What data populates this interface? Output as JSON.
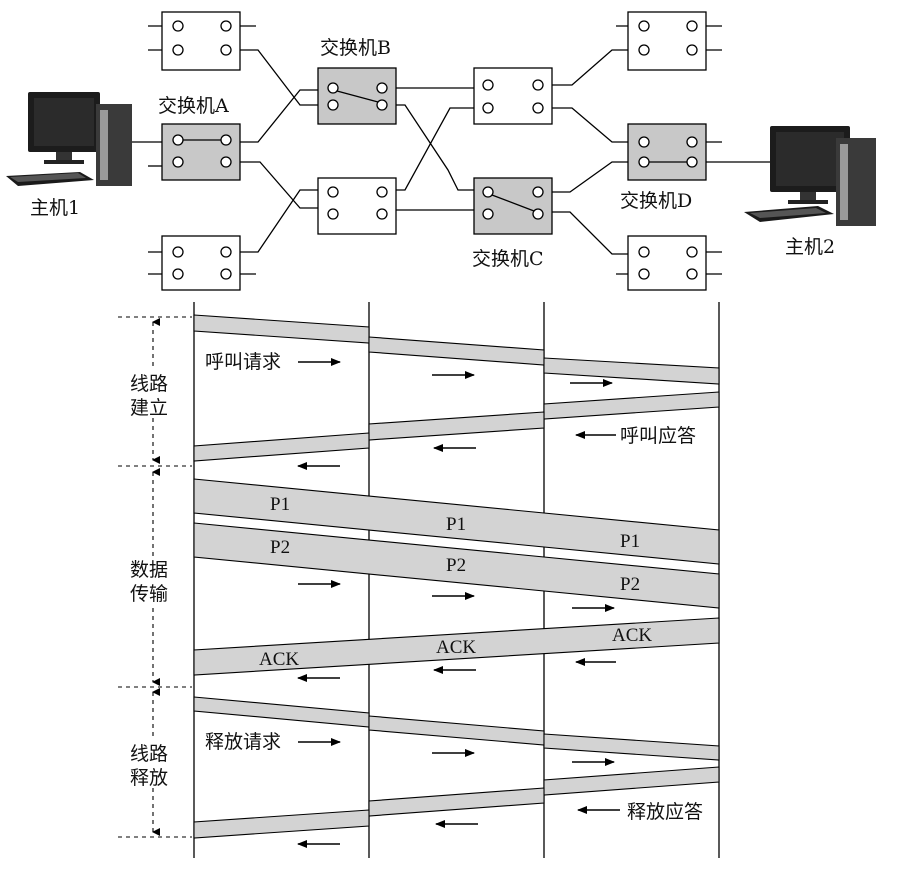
{
  "network": {
    "host1_label": "主机1",
    "host2_label": "主机2",
    "switch_a_label": "交换机A",
    "switch_b_label": "交换机B",
    "switch_c_label": "交换机C",
    "switch_d_label": "交换机D"
  },
  "phases": {
    "setup": [
      "线路",
      "建立"
    ],
    "transfer": [
      "数据",
      "传输"
    ],
    "release": [
      "线路",
      "释放"
    ]
  },
  "messages": {
    "call_request": "呼叫请求",
    "call_answer": "呼叫应答",
    "p1": "P1",
    "p2": "P2",
    "ack": "ACK",
    "release_request": "释放请求",
    "release_answer": "释放应答"
  },
  "colors": {
    "active_switch_fill": "#c8c8c8",
    "band_fill": "#d3d3d3",
    "line": "#000000"
  }
}
